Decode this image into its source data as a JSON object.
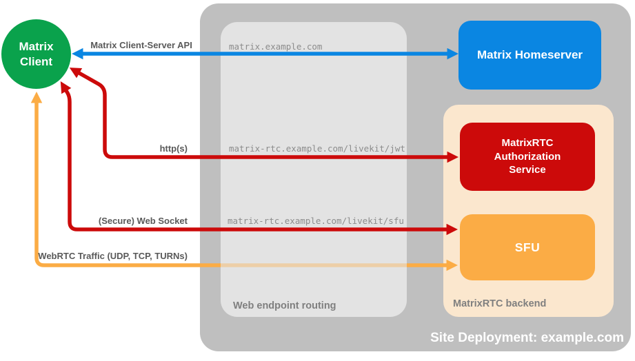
{
  "nodes": {
    "matrix_client": {
      "label": "Matrix Client",
      "color": "#0AA24C"
    },
    "matrix_homeserver": {
      "label": "Matrix Homeserver",
      "color": "#0A86E2"
    },
    "matrixrtc_authorization_service": {
      "label": "MatrixRTC Authorization Service",
      "color": "#CC0A0A"
    },
    "sfu": {
      "label": "SFU",
      "color": "#FBAC45"
    }
  },
  "containers": {
    "site_deployment": {
      "label": "Site Deployment: example.com",
      "color": "#BFBFBF"
    },
    "web_endpoint_routing": {
      "label": "Web endpoint routing",
      "color": "#E3E3E3"
    },
    "matrixrtc_backend": {
      "label": "MatrixRTC backend",
      "color": "#FBE7CE"
    }
  },
  "connections": [
    {
      "label": "Matrix Client-Server API",
      "endpoint": "matrix.example.com",
      "color": "#0A86E2",
      "direction": "bidirectional"
    },
    {
      "label": "http(s)",
      "endpoint": "matrix-rtc.example.com/livekit/jwt",
      "color": "#CC0A0A",
      "direction": "bidirectional"
    },
    {
      "label": "(Secure) Web Socket",
      "endpoint": "matrix-rtc.example.com/livekit/sfu",
      "color": "#CC0A0A",
      "direction": "bidirectional"
    },
    {
      "label": "WebRTC Traffic (UDP, TCP, TURNs)",
      "color": "#FBAC45",
      "direction": "bidirectional"
    }
  ]
}
